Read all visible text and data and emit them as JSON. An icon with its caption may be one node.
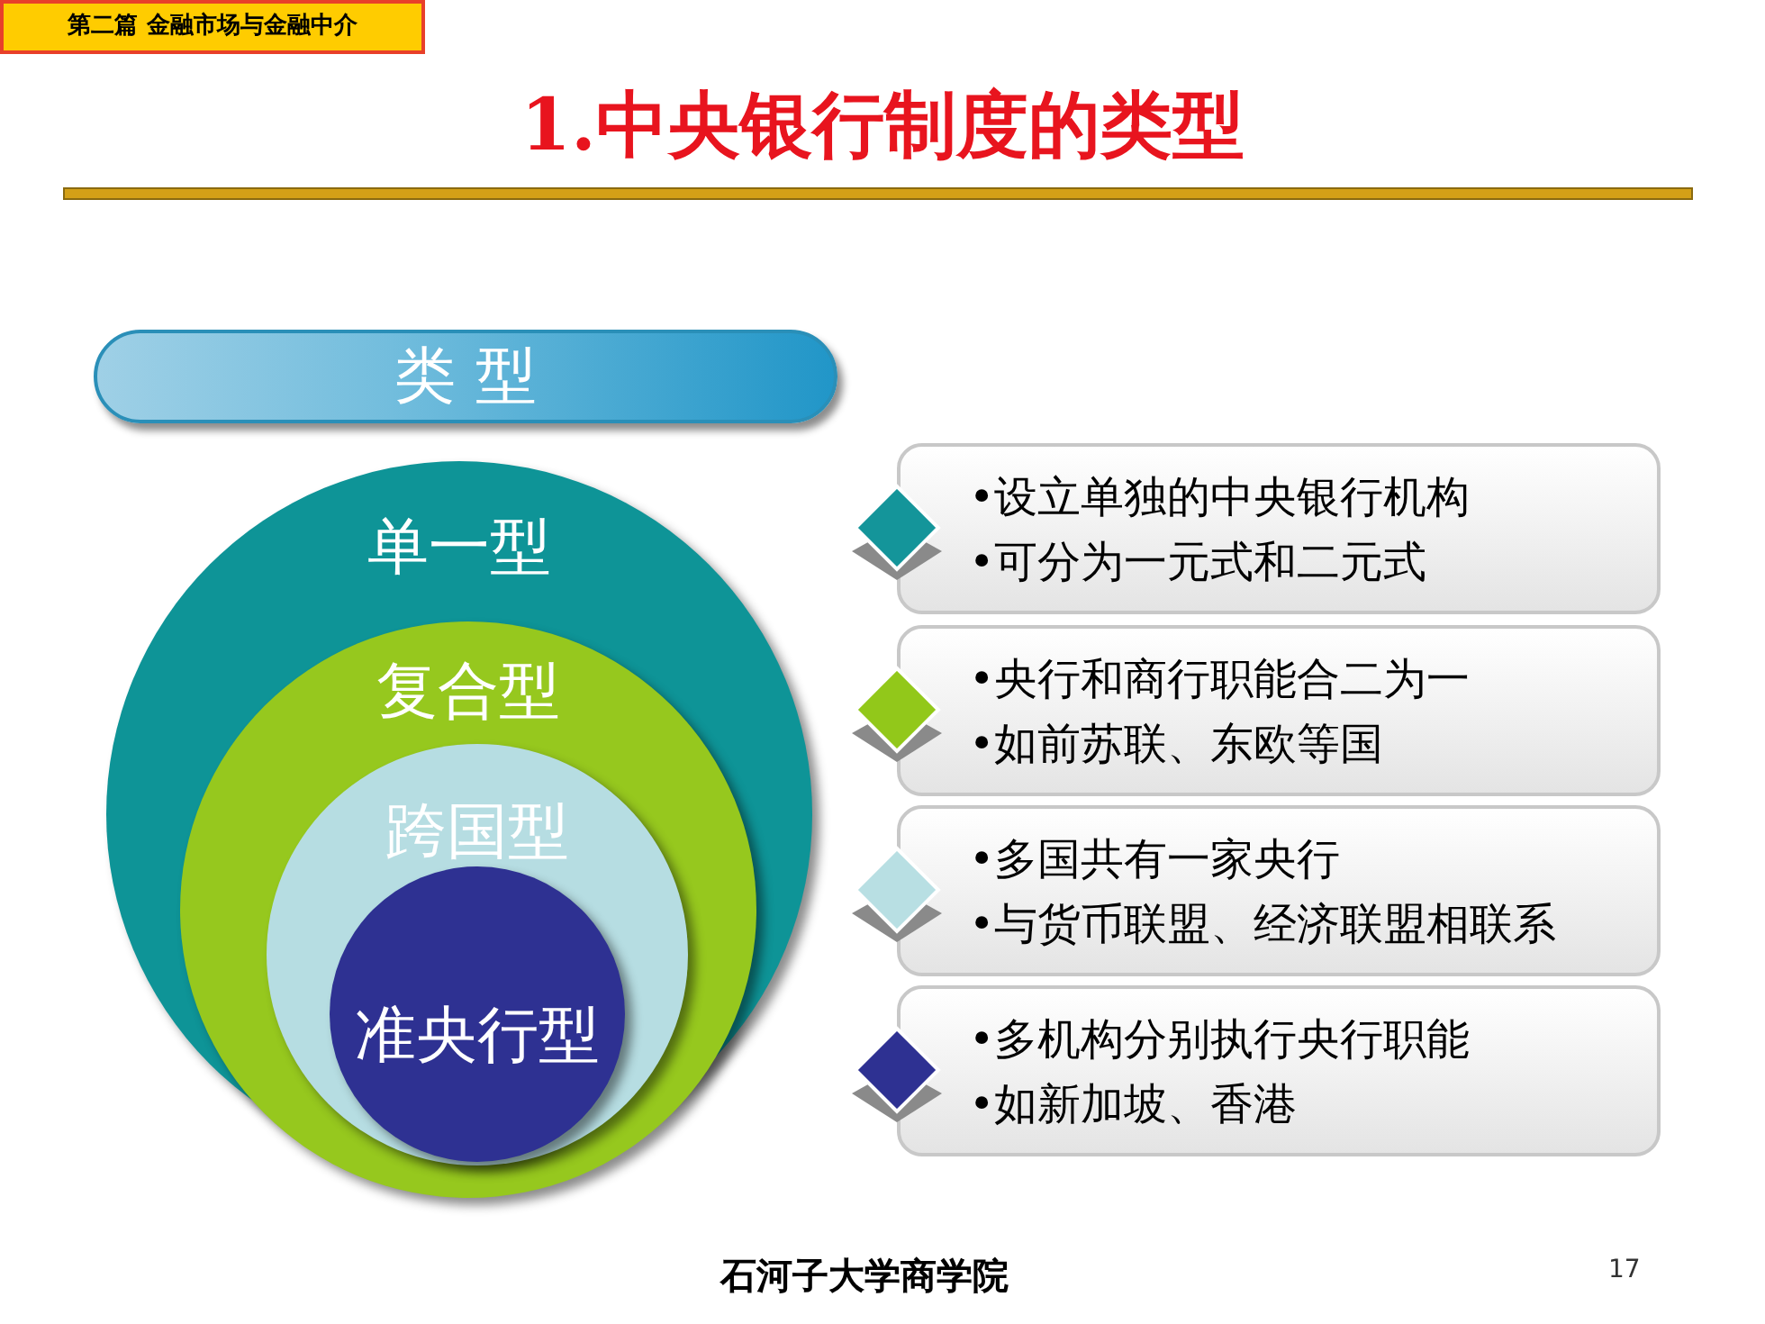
{
  "diagram": {
    "title": "1.中央银行制度的类型",
    "nodes": [
      {
        "text": [
          "第二篇 金融市场与金融中介"
        ]
      },
      {
        "text": [
          "类 型"
        ]
      },
      {
        "text": [
          "单一型"
        ]
      },
      {
        "text": [
          "复合型"
        ],
        "in": 2
      },
      {
        "text": [
          "跨国型"
        ],
        "in": 3
      },
      {
        "text": [
          "准央行型"
        ],
        "in": 4
      },
      {
        "text": [
          "•设立单独的中央银行机构",
          "•可分为一元式和二元式"
        ]
      },
      {
        "text": [
          "•央行和商行职能合二为一",
          "•如前苏联、东欧等国"
        ]
      },
      {
        "text": [
          "•多国共有一家央行",
          "•与货币联盟、经济联盟相联系"
        ]
      },
      {
        "text": [
          "•多机构分别执行央行职能",
          "•如新加坡、香港"
        ]
      }
    ],
    "labels": [
      "石河子大学商学院",
      "17"
    ]
  }
}
